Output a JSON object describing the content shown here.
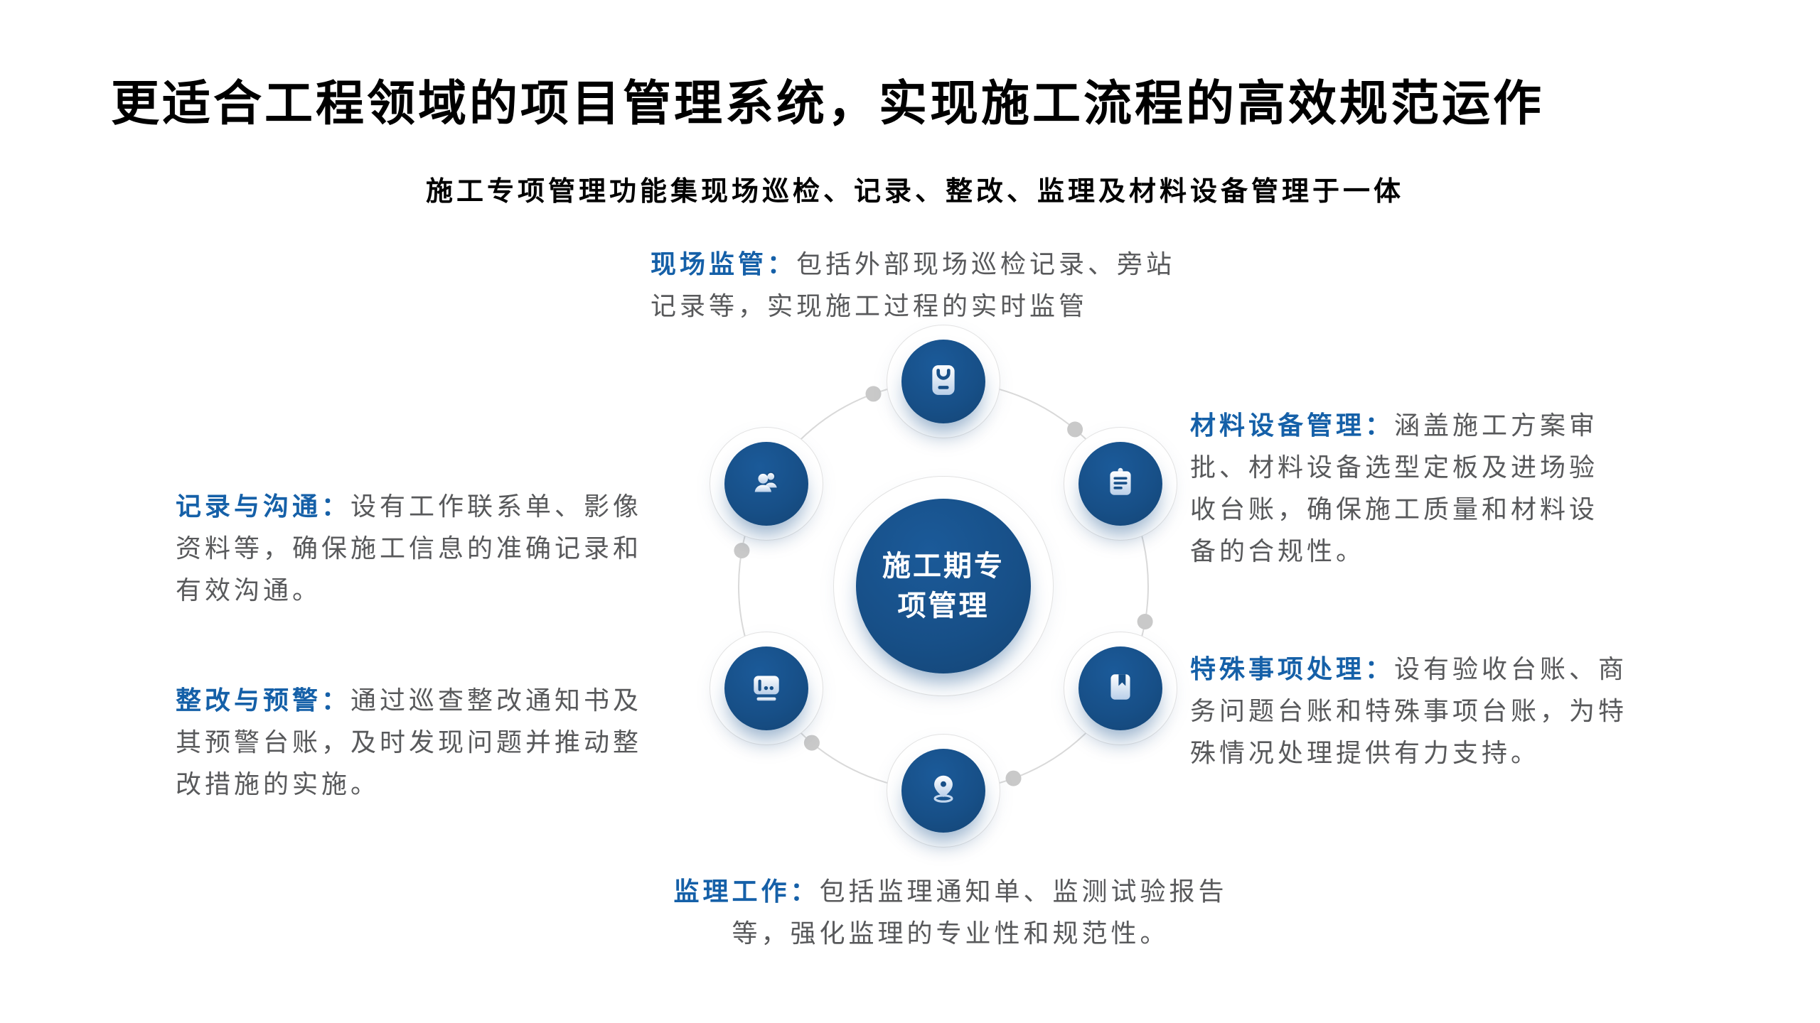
{
  "page": {
    "title": "更适合工程领域的项目管理系统，实现施工流程的高效规范运作",
    "subtitle": "施工专项管理功能集现场巡检、记录、整改、监理及材料设备管理于一体"
  },
  "hub": {
    "line1": "施工期专",
    "line2": "项管理"
  },
  "blocks": {
    "site_supervision": {
      "label": "现场监管：",
      "lines": [
        "包括外部现场巡检记录、旁站",
        "记录等，实现施工过程的实时监管"
      ]
    },
    "records_communication": {
      "label": "记录与沟通：",
      "lines": [
        "设有工作联系单、影像",
        "资料等，确保施工信息的准确记录和",
        "有效沟通。"
      ]
    },
    "rectification_warning": {
      "label": "整改与预警：",
      "lines": [
        "通过巡查整改通知书及",
        "其预警台账，及时发现问题并推动整",
        "改措施的实施。"
      ]
    },
    "materials_equipment": {
      "label": "材料设备管理：",
      "lines": [
        "涵盖施工方案审",
        "批、材料设备选型定板及进场验",
        "收台账，确保施工质量和材料设",
        "备的合规性。"
      ]
    },
    "special_matters": {
      "label": "特殊事项处理：",
      "lines": [
        "设有验收台账、商",
        "务问题台账和特殊事项台账，为特",
        "殊情况处理提供有力支持。"
      ]
    },
    "supervision_work": {
      "label": "监理工作：",
      "lines": [
        "包括监理通知单、监测试验报告",
        "等，强化监理的专业性和规范性。"
      ]
    }
  },
  "satellites": [
    {
      "id": "site-supervision",
      "icon": "badge-record-icon"
    },
    {
      "id": "records-communication",
      "icon": "users-icon"
    },
    {
      "id": "rectification-warning",
      "icon": "dashboard-chart-icon"
    },
    {
      "id": "supervision-work",
      "icon": "location-pin-icon"
    },
    {
      "id": "materials-equipment",
      "icon": "clipboard-icon"
    },
    {
      "id": "special-matters",
      "icon": "bookmark-book-icon"
    }
  ],
  "colors": {
    "primary_blue": "#174F87",
    "label_blue": "#1560A8",
    "body_gray": "#58595B",
    "orbit_gray": "#D9D9D9",
    "dot_gray": "#C9C9C9",
    "icon_tint": "#C9DCF2"
  }
}
